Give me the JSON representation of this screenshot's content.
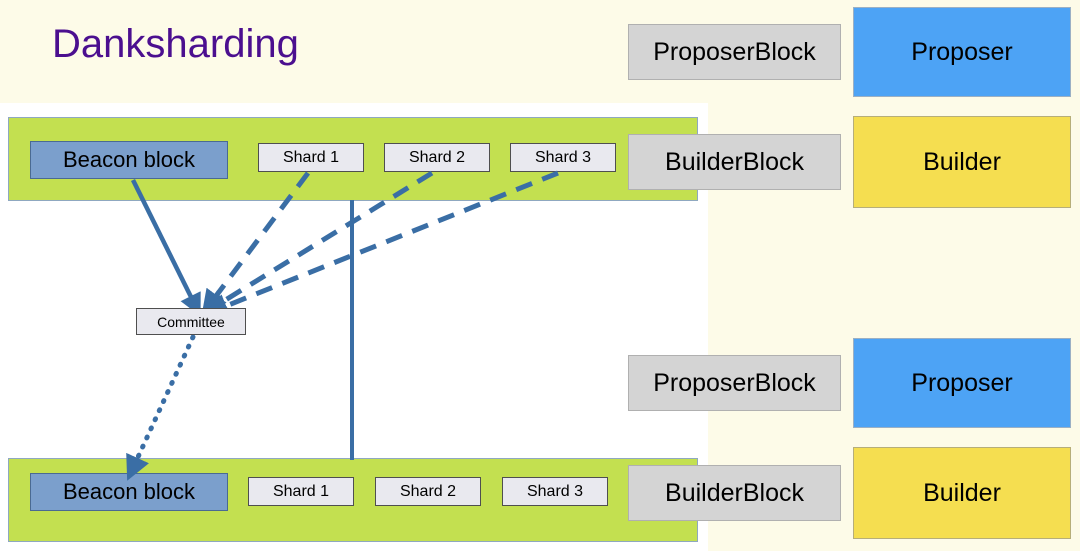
{
  "diagram": {
    "title": "Danksharding",
    "title_color": "#4b0f8f",
    "background_color": "#fdfbe8",
    "panel_color": "#ffffff",
    "edge_color": "#3a6ea5"
  },
  "epochs": [
    {
      "name": "epoch-top",
      "slot_color": "#c3e050",
      "beacon_block": {
        "label": "Beacon block",
        "color": "#7b9fcc"
      },
      "shards": [
        {
          "label": "Shard 1"
        },
        {
          "label": "Shard 2"
        },
        {
          "label": "Shard 3"
        }
      ],
      "builder_block": {
        "label": "BuilderBlock",
        "color": "#d4d4d4"
      },
      "proposer_block": {
        "label": "ProposerBlock",
        "color": "#d4d4d4"
      },
      "proposer": {
        "label": "Proposer",
        "color": "#4da3f5"
      },
      "builder": {
        "label": "Builder",
        "color": "#f5de50"
      }
    },
    {
      "name": "epoch-bottom",
      "slot_color": "#c3e050",
      "beacon_block": {
        "label": "Beacon block",
        "color": "#7b9fcc"
      },
      "shards": [
        {
          "label": "Shard 1"
        },
        {
          "label": "Shard 2"
        },
        {
          "label": "Shard 3"
        }
      ],
      "builder_block": {
        "label": "BuilderBlock",
        "color": "#d4d4d4"
      },
      "proposer_block": {
        "label": "ProposerBlock",
        "color": "#d4d4d4"
      },
      "proposer": {
        "label": "Proposer",
        "color": "#4da3f5"
      },
      "builder": {
        "label": "Builder",
        "color": "#f5de50"
      }
    }
  ],
  "committee": {
    "label": "Committee"
  },
  "edges": [
    {
      "name": "beacon-to-committee",
      "style": "solid",
      "arrow": true
    },
    {
      "name": "shard1-to-committee",
      "style": "dashed",
      "arrow": true
    },
    {
      "name": "shard2-to-committee",
      "style": "dashed",
      "arrow": true
    },
    {
      "name": "shard3-to-committee",
      "style": "dashed",
      "arrow": true
    },
    {
      "name": "committee-to-next-beacon",
      "style": "dotted",
      "arrow": true
    },
    {
      "name": "chain-link-vertical",
      "style": "solid",
      "arrow": false
    }
  ]
}
